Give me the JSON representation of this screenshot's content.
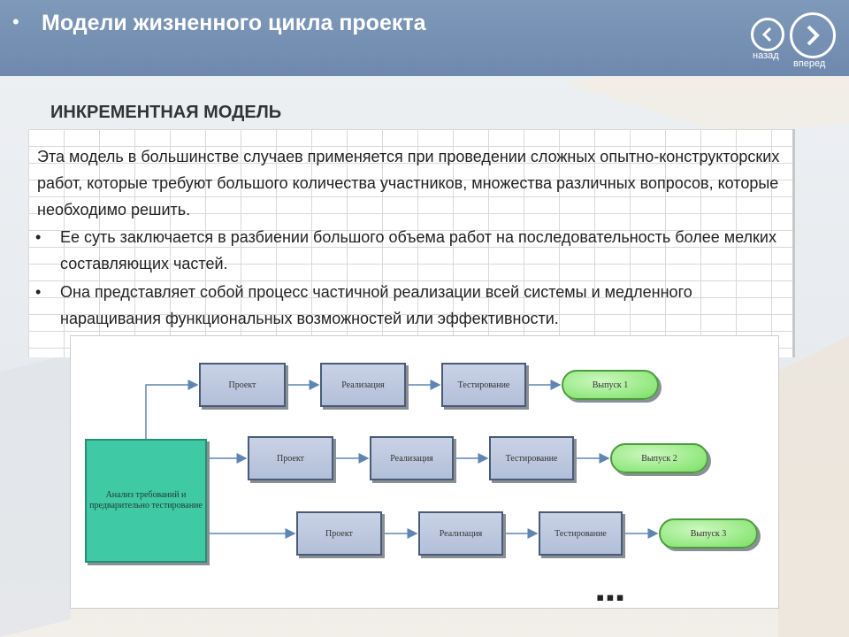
{
  "header": {
    "bullet": "•",
    "title": "Модели жизненного цикла проекта",
    "nav": {
      "back_label": "назад",
      "forward_label": "вперед"
    }
  },
  "section": {
    "title": "ИНКРЕМЕНТНАЯ МОДЕЛЬ"
  },
  "content": {
    "paragraph": "Эта модель в большинстве случаев применяется при проведении сложных опытно-конструкторских работ, которые требуют большого количества участников, множества различных вопросов, которые необходимо решить.",
    "bullets": [
      "Ее суть заключается в разбиении большого объема работ на последовательность более мелких составляющих частей.",
      "Она представляет собой процесс частичной реализации всей системы и медленного наращивания функциональных возможностей или эффективности."
    ],
    "bullet_symbol": "•"
  },
  "diagram": {
    "analysis_label": "Анализ требований и предварительно тестирование",
    "rows": [
      {
        "project": "Проект",
        "implementation": "Реализация",
        "testing": "Тестирование",
        "release": "Выпуск 1"
      },
      {
        "project": "Проект",
        "implementation": "Реализация",
        "testing": "Тестирование",
        "release": "Выпуск 2"
      },
      {
        "project": "Проект",
        "implementation": "Реализация",
        "testing": "Тестирование",
        "release": "Выпуск 3"
      }
    ],
    "ellipsis": "▪▪▪",
    "colors": {
      "process_fill": "#b3bfd9",
      "analysis_fill": "#3fc9a4",
      "release_fill": "#8ee77a",
      "arrow": "#5f86b3"
    }
  }
}
